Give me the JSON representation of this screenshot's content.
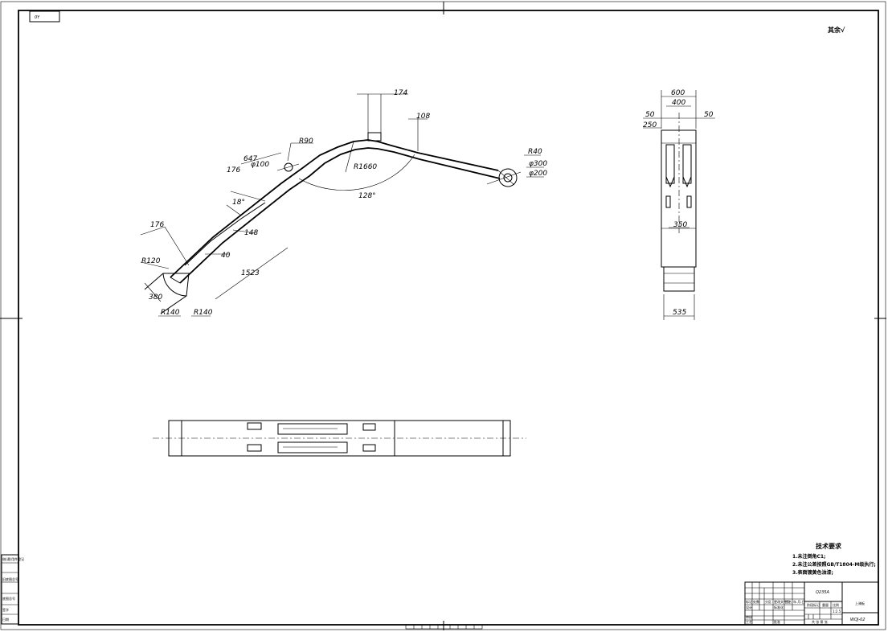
{
  "sheet": {
    "stamp": "0Y",
    "roughness": "其余√"
  },
  "side_view": {
    "dims": {
      "d174": "174",
      "d108": "108",
      "r90": "R90",
      "d647": "647",
      "d176a": "176",
      "phi100": "φ100",
      "r1660": "R1660",
      "a18": "18°",
      "a128": "128°",
      "d148": "148",
      "d176b": "176",
      "r120": "R120",
      "d40": "40",
      "d1523": "1523",
      "d380": "380",
      "r140a": "R140",
      "r140b": "R140",
      "r40": "R40",
      "phi300": "φ300",
      "phi200": "φ200"
    }
  },
  "end_view": {
    "dims": {
      "d600": "600",
      "d400": "400",
      "d50l": "50",
      "d50r": "50",
      "d250": "250",
      "d350": "350",
      "d535": "535"
    }
  },
  "tech": {
    "title": "技术要求",
    "items": [
      "1.未注倒角C1;",
      "2.未注公差按照GB/T1804-M级执行;",
      "3.表面镀黄色油漆;"
    ]
  },
  "title_block": {
    "material": "Q235A",
    "part_name": "上骑板",
    "drawing_no": "WQJ-02",
    "header_cells": [
      "标记",
      "处数",
      "分区",
      "更改文件号",
      "签名",
      "年.月.日"
    ],
    "role_design": "设计",
    "role_std": "标准化",
    "role_check": "审核",
    "role_craft": "工艺",
    "role_approve": "批准",
    "stage_label": "阶段标记",
    "weight_label": "重量",
    "scale_label": "比例",
    "scale_value": "1:2.5",
    "sheet_info": "共 张 第 张"
  },
  "margin_table": [
    "借(通)用件登记",
    "旧底图总号",
    "底图总号",
    "签字",
    "日期"
  ]
}
